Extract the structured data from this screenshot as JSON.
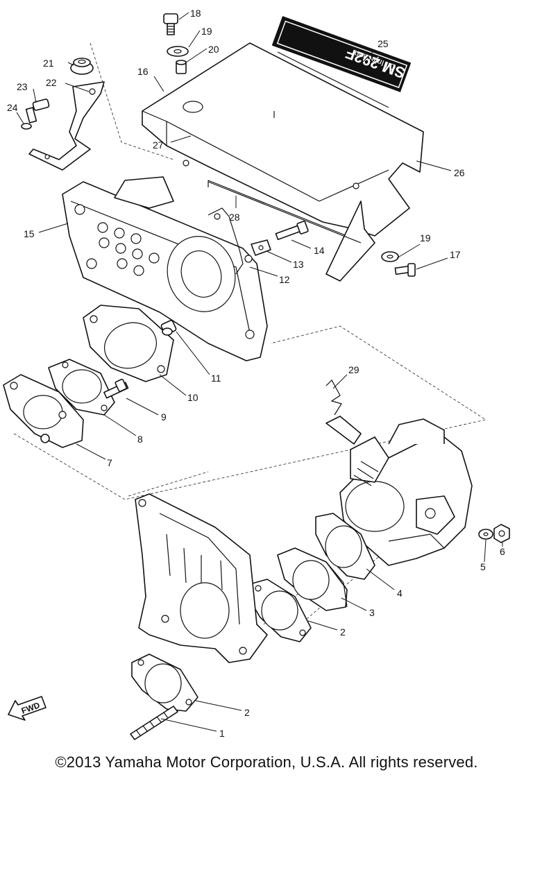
{
  "decal": {
    "model": "SM 292F",
    "subtext": "Oil Injection"
  },
  "fwd_label": "FWD",
  "callouts": [
    "1",
    "2",
    "2",
    "3",
    "4",
    "5",
    "6",
    "7",
    "8",
    "9",
    "10",
    "11",
    "12",
    "13",
    "14",
    "15",
    "16",
    "17",
    "18",
    "19",
    "19",
    "20",
    "21",
    "22",
    "23",
    "24",
    "25",
    "26",
    "27",
    "28",
    "29"
  ],
  "copyright": "©2013 Yamaha Motor Corporation, U.S.A. All rights reserved."
}
